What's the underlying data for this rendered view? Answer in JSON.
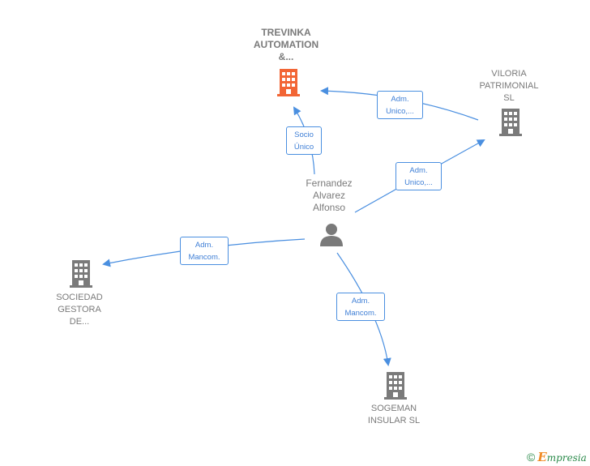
{
  "nodes": {
    "trevinka": {
      "name": "TREVINKA\nAUTOMATION\n&...",
      "color": "#f26535",
      "icon": "building-icon"
    },
    "viloria": {
      "name": "VILORIA\nPATRIMONIAL\nSL",
      "color": "#7a7a7a",
      "icon": "building-icon"
    },
    "fernandez": {
      "name": "Fernandez\nAlvarez\nAlfonso",
      "color": "#7a7a7a",
      "icon": "person-icon"
    },
    "sociedad": {
      "name": "SOCIEDAD\nGESTORA\nDE...",
      "color": "#7a7a7a",
      "icon": "building-icon"
    },
    "sogeman": {
      "name": "SOGEMAN\nINSULAR  SL",
      "color": "#7a7a7a",
      "icon": "building-icon"
    }
  },
  "edges": {
    "viloria_trevinka": "Adm.\nUnico,...",
    "fernandez_trevinka": "Socio\nÚnico",
    "fernandez_viloria": "Adm.\nUnico,...",
    "fernandez_sociedad": "Adm.\nMancom.",
    "fernandez_sogeman": "Adm.\nMancom."
  },
  "colors": {
    "edge": "#4a8fe0",
    "accent": "#f26535",
    "node": "#7a7a7a"
  },
  "footer": {
    "copyright": "©",
    "brand_first": "E",
    "brand_rest": "mpresia"
  }
}
